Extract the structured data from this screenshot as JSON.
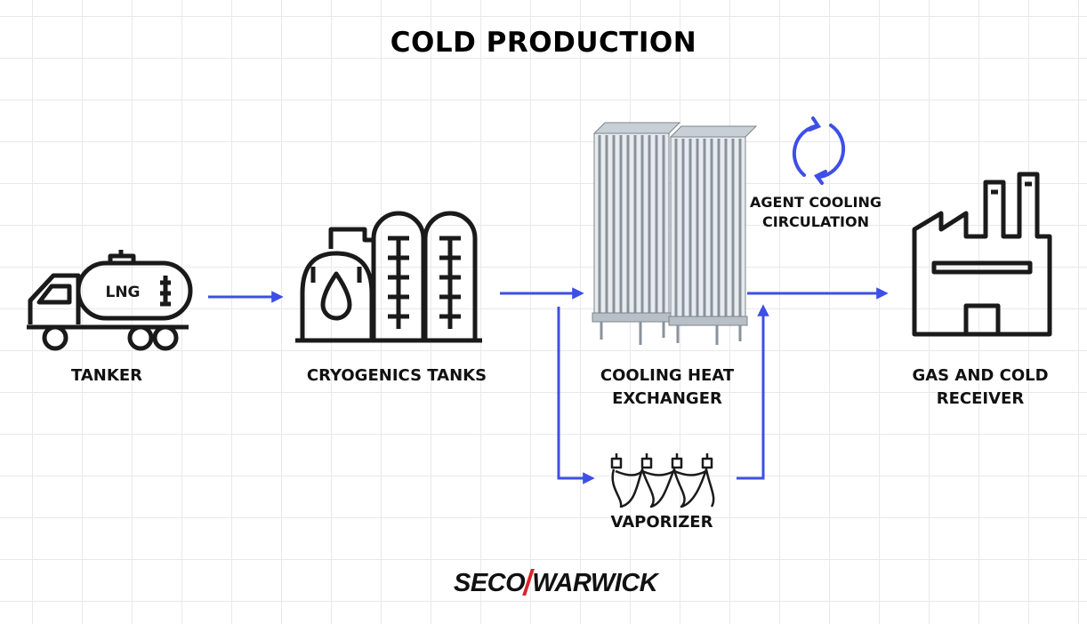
{
  "title": "COLD PRODUCTION",
  "nodes": {
    "tanker": {
      "label": "TANKER",
      "tank_text": "LNG"
    },
    "cryogenic_tanks": {
      "label": "CRYOGENICS TANKS"
    },
    "cooling_heat_exchanger": {
      "label_line1": "COOLING HEAT",
      "label_line2": "EXCHANGER"
    },
    "agent_cooling": {
      "label_line1": "AGENT COOLING",
      "label_line2": "CIRCULATION"
    },
    "gas_and_cold_receiver": {
      "label_line1": "GAS AND COLD",
      "label_line2": "RECEIVER"
    },
    "vaporizer": {
      "label": "VAPORIZER"
    }
  },
  "logo": {
    "part1": "SECO",
    "part2": "WARWICK"
  },
  "colors": {
    "arrow": "#3d4fe6",
    "icon_stroke": "#1a1a1a",
    "accent_red": "#d8232a"
  }
}
